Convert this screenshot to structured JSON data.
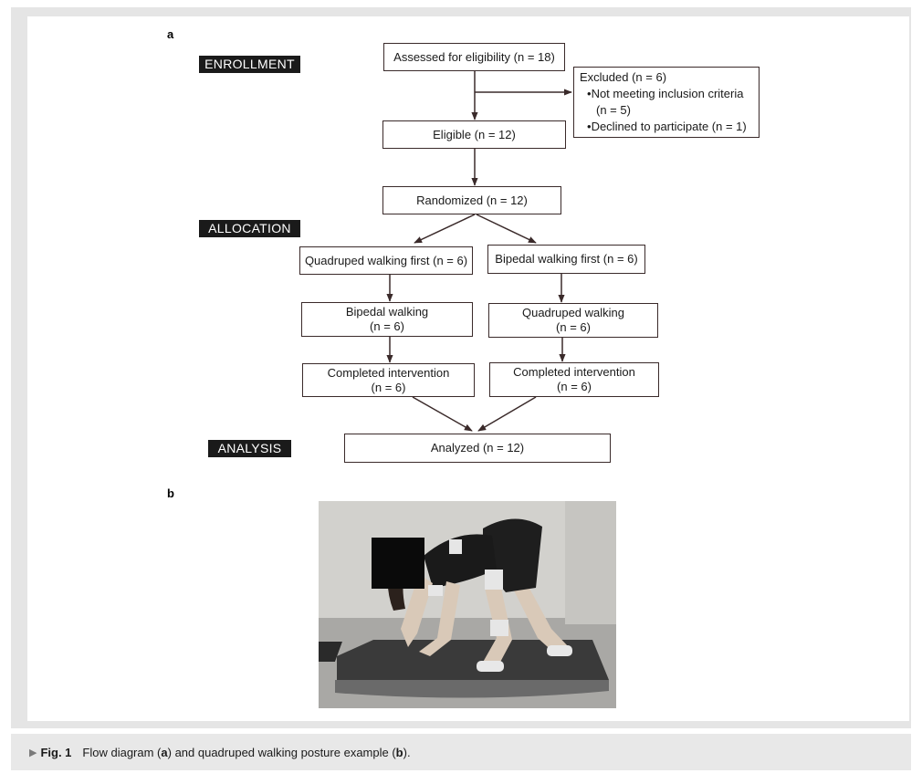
{
  "panels": {
    "a": "a",
    "b": "b"
  },
  "sections": {
    "enrollment": "ENROLLMENT",
    "allocation": "ALLOCATION",
    "analysis": "ANALYSIS"
  },
  "boxes": {
    "assessed": "Assessed for eligibility (n = 18)",
    "excluded": {
      "title": "Excluded (n = 6)",
      "reason1_line1": "Not meeting inclusion criteria",
      "reason1_line2": "(n = 5)",
      "reason2": "Declined to participate (n = 1)"
    },
    "eligible": "Eligible (n = 12)",
    "randomized": "Randomized (n = 12)",
    "quadruped_first": "Quadruped walking first (n = 6)",
    "bipedal_first": "Bipedal walking first (n = 6)",
    "left_second": {
      "line1": "Bipedal walking",
      "line2": "(n = 6)"
    },
    "right_second": {
      "line1": "Quadruped walking",
      "line2": "(n = 6)"
    },
    "left_completed": {
      "line1": "Completed intervention",
      "line2": "(n = 6)"
    },
    "right_completed": {
      "line1": "Completed intervention",
      "line2": "(n = 6)"
    },
    "analyzed": "Analyzed (n = 12)"
  },
  "caption": {
    "label": "Fig. 1",
    "text_before_a": "Flow diagram (",
    "a": "a",
    "text_middle": ") and quadruped walking posture example (",
    "b": "b",
    "text_end": ")."
  },
  "colors": {
    "section_tag_bg": "#1a1a1a",
    "box_border": "#3a2a2a",
    "frame_bg": "#e5e5e5",
    "caption_bg": "#e8e8e8"
  }
}
